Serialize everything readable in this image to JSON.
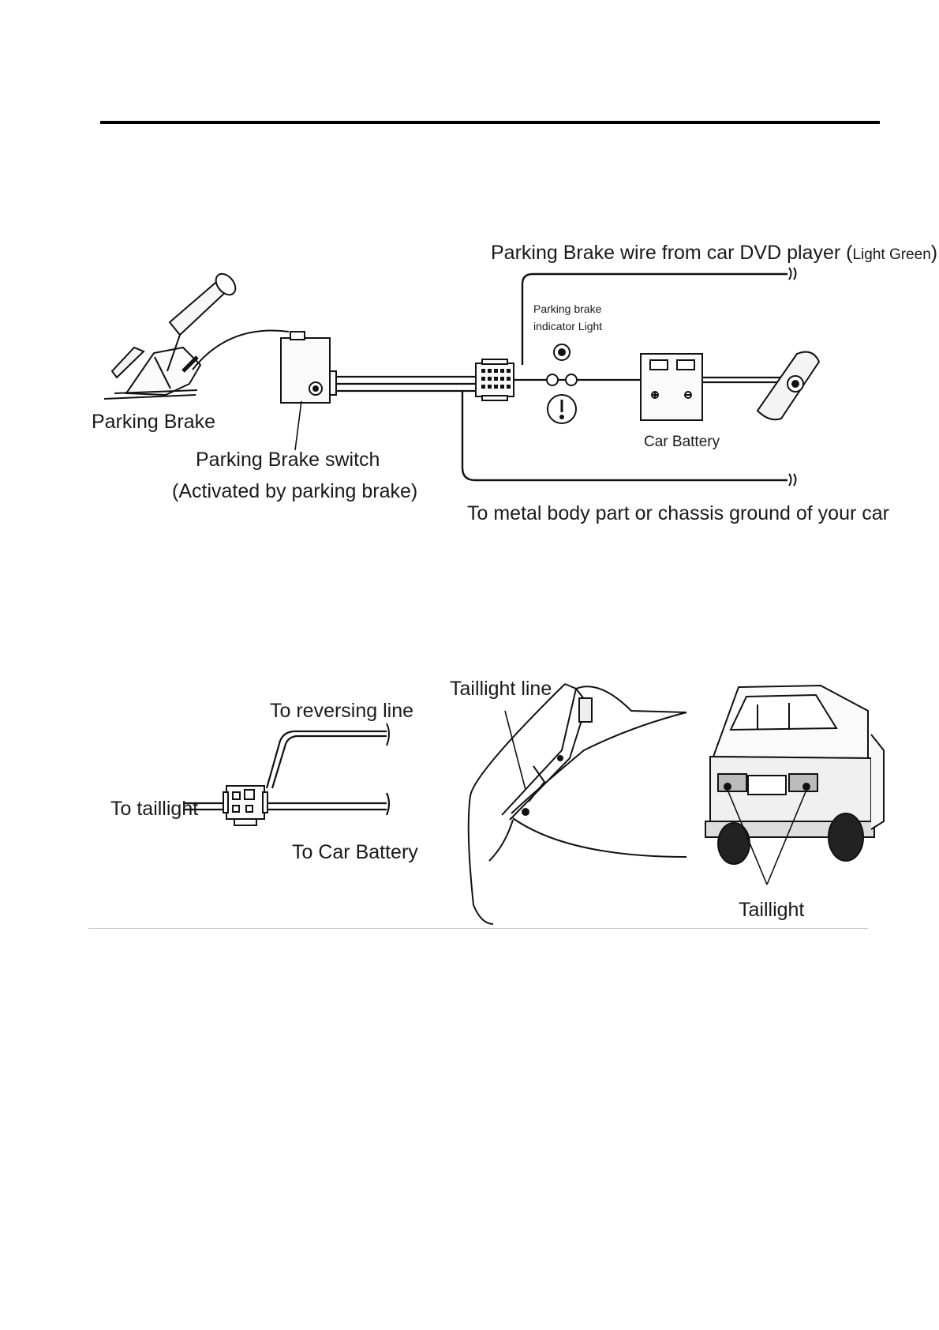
{
  "parking_diagram": {
    "dvd_wire_label": "Parking Brake wire from car DVD player (",
    "dvd_wire_color": "Light Green",
    "dvd_wire_close": ")",
    "indicator_label_line1": "Parking brake",
    "indicator_label_line2": "indicator Light",
    "car_battery_label": "Car Battery",
    "parking_brake_label": "Parking Brake",
    "switch_label_line1": "Parking Brake switch",
    "switch_label_line2": "(Activated by parking brake)",
    "ground_label": "To metal body part or chassis ground of your car"
  },
  "taillight_diagram": {
    "reversing_label": "To reversing line",
    "taillight_label": "To taillight",
    "battery_label": "To Car Battery",
    "taillight_line_label": "Taillight line",
    "taillight_car_label": "Taillight"
  }
}
